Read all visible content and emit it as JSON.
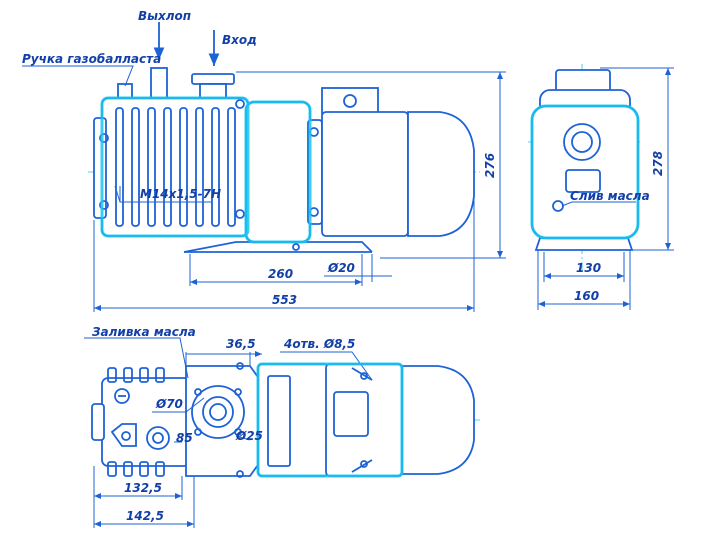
{
  "labels": {
    "outlet": "Выхлоп",
    "inlet": "Вход",
    "gas_ballast_handle": "Ручка газобалласта",
    "thread": "M14x1,5-7H",
    "oil_drain": "Слив масла",
    "oil_fill": "Заливка масла",
    "holes": "4отв. Ø8,5"
  },
  "dimensions": {
    "height_side": "276",
    "height_front": "278",
    "mount_spacing": "260",
    "foot_diameter": "Ø20",
    "total_length": "553",
    "front_mount": "130",
    "front_width": "160",
    "flange_offset": "36,5",
    "flange_dia": "Ø70",
    "port_dia": "Ø25",
    "port_offset": "85",
    "plan_width_1": "132,5",
    "plan_width_2": "142,5"
  },
  "colors": {
    "line": "#1e63d6",
    "glow": "#19c4f2",
    "text": "#123fa8"
  }
}
